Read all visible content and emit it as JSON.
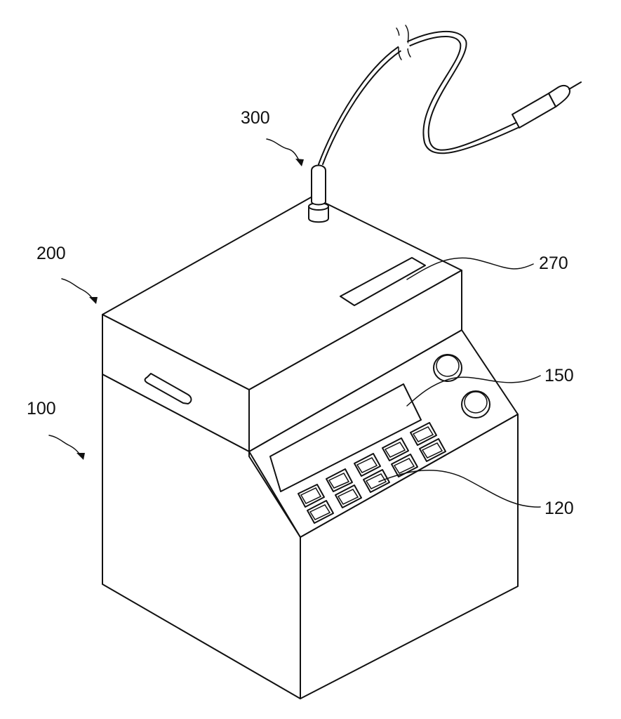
{
  "figure": {
    "labels": {
      "device_body": "100",
      "lid": "200",
      "probe": "300",
      "lid_window": "270",
      "display": "150",
      "keypad": "120"
    },
    "line_color": "#111111",
    "background": "#ffffff"
  }
}
